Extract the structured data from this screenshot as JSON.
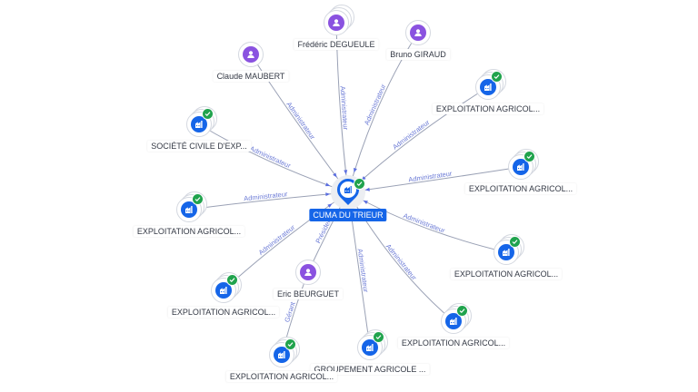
{
  "center": {
    "label": "CUMA DU TRIEUR",
    "icon": "company-icon",
    "verified": true
  },
  "nodes": [
    {
      "id": "frederic",
      "kind": "person",
      "label": "Frédéric DEGUEULE",
      "icon": "person-icon",
      "stacked": true,
      "verified": false
    },
    {
      "id": "bruno",
      "kind": "person",
      "label": "Bruno GIRAUD",
      "icon": "person-icon",
      "stacked": false,
      "verified": false
    },
    {
      "id": "claude",
      "kind": "person",
      "label": "Claude MAUBERT",
      "icon": "person-icon",
      "stacked": false,
      "verified": false
    },
    {
      "id": "expl1",
      "kind": "company",
      "label": "EXPLOITATION AGRICOL...",
      "icon": "company-icon",
      "stacked": true,
      "verified": true
    },
    {
      "id": "scea",
      "kind": "company",
      "label": "SOCIÉTÉ CIVILE D'EXP...",
      "icon": "company-icon",
      "stacked": true,
      "verified": true
    },
    {
      "id": "expl2",
      "kind": "company",
      "label": "EXPLOITATION AGRICOL...",
      "icon": "company-icon",
      "stacked": true,
      "verified": true
    },
    {
      "id": "expl3",
      "kind": "company",
      "label": "EXPLOITATION AGRICOL...",
      "icon": "company-icon",
      "stacked": true,
      "verified": true
    },
    {
      "id": "expl4",
      "kind": "company",
      "label": "EXPLOITATION AGRICOL...",
      "icon": "company-icon",
      "stacked": true,
      "verified": true
    },
    {
      "id": "eric",
      "kind": "person",
      "label": "Eric BEURGUET",
      "icon": "person-icon",
      "stacked": false,
      "verified": false
    },
    {
      "id": "expl5",
      "kind": "company",
      "label": "EXPLOITATION AGRICOL...",
      "icon": "company-icon",
      "stacked": true,
      "verified": true
    },
    {
      "id": "expl6",
      "kind": "company",
      "label": "EXPLOITATION AGRICOL...",
      "icon": "company-icon",
      "stacked": true,
      "verified": true
    },
    {
      "id": "gaec",
      "kind": "company",
      "label": "GROUPEMENT AGRICOLE ...",
      "icon": "company-icon",
      "stacked": true,
      "verified": true
    },
    {
      "id": "expl7",
      "kind": "company",
      "label": "EXPLOITATION AGRICOL...",
      "icon": "company-icon",
      "stacked": true,
      "verified": true
    }
  ],
  "edges": [
    {
      "id": "e-frederic",
      "from": "frederic",
      "to": "center",
      "label": "Administrateur"
    },
    {
      "id": "e-bruno",
      "from": "bruno",
      "to": "center",
      "label": "Administrateur"
    },
    {
      "id": "e-claude",
      "from": "claude",
      "to": "center",
      "label": "Administrateur"
    },
    {
      "id": "e-expl1",
      "from": "expl1",
      "to": "center",
      "label": "Administrateur"
    },
    {
      "id": "e-scea",
      "from": "scea",
      "to": "center",
      "label": "Administrateur"
    },
    {
      "id": "e-expl2",
      "from": "expl2",
      "to": "center",
      "label": "Administrateur"
    },
    {
      "id": "e-expl3",
      "from": "expl3",
      "to": "center",
      "label": "Administrateur"
    },
    {
      "id": "e-expl4",
      "from": "expl4",
      "to": "center",
      "label": "Administrateur"
    },
    {
      "id": "e-expl5",
      "from": "expl5",
      "to": "center",
      "label": "Administrateur"
    },
    {
      "id": "e-expl6",
      "from": "expl6",
      "to": "center",
      "label": "Administrateur"
    },
    {
      "id": "e-gaec",
      "from": "gaec",
      "to": "center",
      "label": "Administrateur"
    },
    {
      "id": "e-eric",
      "from": "eric",
      "to": "center",
      "label": "Président"
    },
    {
      "id": "e-eric-expl7",
      "from": "eric",
      "to": "expl7",
      "label": "Gérant"
    }
  ],
  "colors": {
    "person": "#8a52e0",
    "company": "#1565e8",
    "verified": "#20a34d",
    "edge": "#9aa1b5",
    "edge_label": "#6c7bd6",
    "center_label_bg": "#1565e8"
  }
}
